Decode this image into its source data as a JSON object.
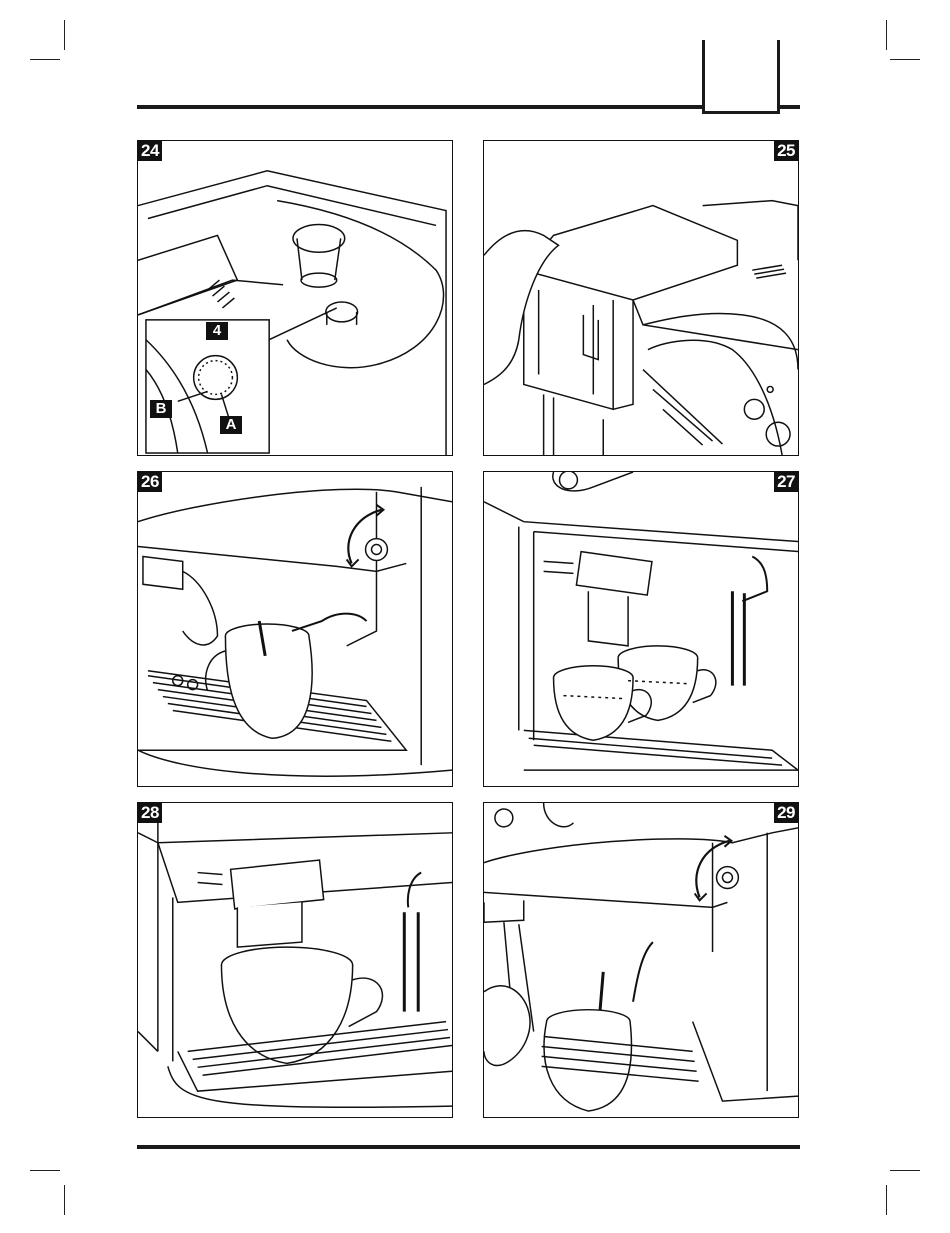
{
  "figures": [
    {
      "number": "24",
      "callouts": [
        "4",
        "B",
        "A"
      ]
    },
    {
      "number": "25"
    },
    {
      "number": "26"
    },
    {
      "number": "27"
    },
    {
      "number": "28"
    },
    {
      "number": "29"
    }
  ]
}
